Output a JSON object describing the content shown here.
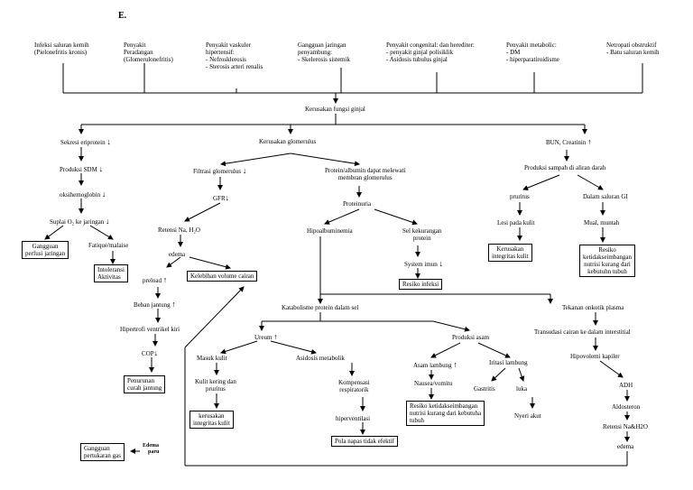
{
  "heading": "E.",
  "causes": [
    {
      "l1": "Infeksi saluran kemih",
      "l2": "(Pielonefritis kronis)",
      "l3": "",
      "l4": ""
    },
    {
      "l1": "Penyakit",
      "l2": "Peradangan",
      "l3": "(Glomerulonefritis)",
      "l4": ""
    },
    {
      "l1": "Penyakit vaskuler",
      "l2": "hipertensif:",
      "l3": "-  Nefrosklerosis",
      "l4": "-  Sterosis arteri renalis"
    },
    {
      "l1": "Gangguan jaringan",
      "l2": "penyambung:",
      "l3": "-  Skelerosis sistemik",
      "l4": ""
    },
    {
      "l1": "Penyakit congenital: dan herediter:",
      "l2": "-  penyakit ginjal polisiklik",
      "l3": "-  Asidosis tubulus ginjal",
      "l4": ""
    },
    {
      "l1": "Penyakit metabolic:",
      "l2": "-  DM",
      "l3": "-  hiperparatiroidisme",
      "l4": ""
    },
    {
      "l1": "Netropati obstruktif",
      "l2": "-  Batu saluran kemih",
      "l3": "",
      "l4": ""
    }
  ],
  "nodes": {
    "kerusakan_ginjal": "Kerusakan fungsi ginjal",
    "sekresi": "Sekresi eriprotein",
    "kerusakan_glomerulus": "Kerusakan glomerulus",
    "bun": "BUN, Creatinin",
    "produksi_sdm": "Produksi SDM",
    "filtrasi": "Filtrasi glomerulus",
    "protein_l1": "Protein/albumin dapat melewati",
    "protein_l2": "membran glomerulus",
    "produksi_sampah": "Produksi sampah di aliran darah",
    "oksihemoglobin": "oksihemoglobin",
    "gfr": "GFR",
    "proteinuria": "Proteinuria",
    "pruritus": "pruritus",
    "dalam_gi": "Dalam saluran GI",
    "suplai": "Suplai O₂ ke jaringan",
    "retensi": "Retensi Na, H₂O",
    "hipoalbumin": "Hipoalbuminemia",
    "sel_l1": "Sel  kekurangan",
    "sel_l2": "protein",
    "lesi": "Lesi pada kulit",
    "mual": "Mual, muntah",
    "fatique": "Fatique/malaise",
    "edema": "edema",
    "sistem_imun": "System imun",
    "preload": "preload",
    "beban": "Beban jantung",
    "hipertrofi": "Hipertrofi ventrikel kiri",
    "cop": "COP",
    "katabolisme": "Katabolisme protein dalam sel",
    "tekanan": "Tekanan onkotik plasma",
    "ureum": "Ureum",
    "produksi_asam": "Produksi asam",
    "transudasi": "Transudasi cairan ke dalam interstitial",
    "masuk_kulit": "Masuk kulit",
    "asidosis": "Asidosis metabolik",
    "asam_lambung": "Asam lambung",
    "iritasi": "Iritasi lambung",
    "hipovolemi": "Hipovolemi kapiler",
    "kulit_kering_l1": "Kulit kering dan",
    "kulit_kering_l2": "pruritus",
    "kompensasi_l1": "Kompensasi",
    "kompensasi_l2": "respiratorik",
    "nausea": "Nausea/vomitu",
    "gastritis": "Gastritis",
    "luka": "luka",
    "adh": "ADH",
    "hiperventilasi": "hiperventilasi",
    "nyeri": "Nyeri akut",
    "aldosteron": "Aldosteron",
    "retensi_nah2o": "Retensi Na&H2O",
    "edema2": "edema",
    "edema_paru_l1": "Edema",
    "edema_paru_l2": "paru"
  },
  "boxes": {
    "gangguan_perfusi_l1": "Gangguan",
    "gangguan_perfusi_l2": "perfusi jaringan",
    "intoleransi_l1": "Intoleransi",
    "intoleransi_l2": "Aktivitas",
    "kelebihan": "Kelebihan volume cairan",
    "resiko_infeksi": "Resiko infeksi",
    "kerusakan_integritas_l1": "Kerusakan",
    "kerusakan_integritas_l2": "integritas kulit",
    "resiko_nutrisi_r_l1": "Resiko",
    "resiko_nutrisi_r_l2": "ketidakseimbangan",
    "resiko_nutrisi_r_l3": "nutrisi kurang dari",
    "resiko_nutrisi_r_l4": "kebutuhn tubuh",
    "penurunan_l1": "Penurunan",
    "penurunan_l2": "curah jantung",
    "kerusakan_kulit_l1": "kerusakan",
    "kerusakan_kulit_l2": "integritas kulit",
    "resiko_nutrisi_c_l1": "Resiko ketidakseimbangan",
    "resiko_nutrisi_c_l2": "nutrisi kurang dari kebutuha",
    "resiko_nutrisi_c_l3": "tubuh",
    "pola_napas": "Pola napas tidak efektif",
    "gangguan_pertukaran_l1": "Gangguan",
    "gangguan_pertukaran_l2": "pertukaran gas"
  },
  "arrows": {
    "down": "↓",
    "up": "↑"
  }
}
